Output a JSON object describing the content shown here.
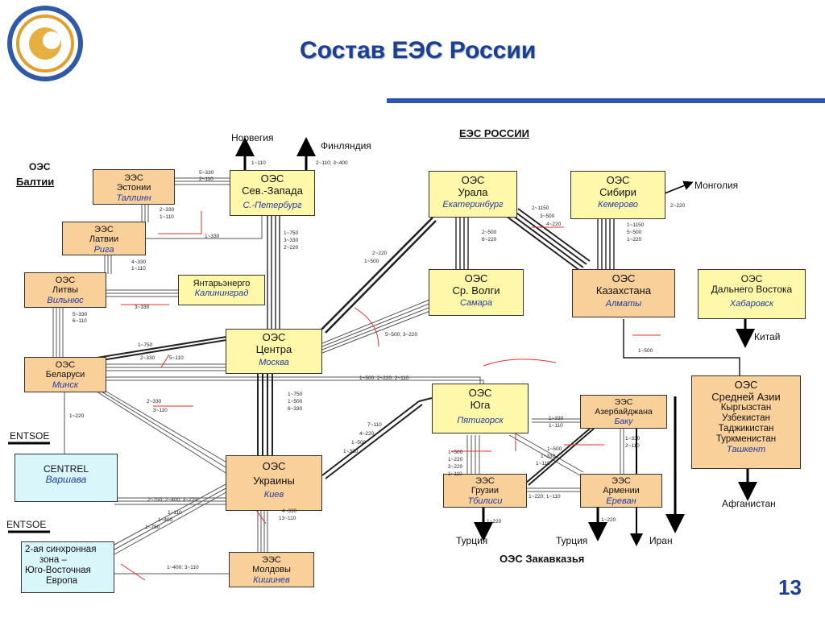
{
  "title": "Состав ЕЭС России",
  "page_number": "13",
  "logo_name": "energy-company-logo",
  "region_labels": {
    "baltic_line1": "ОЭС",
    "baltic_line2": "Балтии",
    "ees_russia": "ЕЭС РОССИИ",
    "transcaucasus": "ОЭС Закавказья"
  },
  "systems": {
    "estonia": {
      "line1": "ЭЭС",
      "line2": "Эстонии",
      "city": "Таллинн"
    },
    "latvia": {
      "line1": "ЭЭС",
      "line2": "Латвии",
      "city": "Рига"
    },
    "lithuania": {
      "line1": "ОЭС",
      "line2": "Литвы",
      "city": "Вильнюс"
    },
    "kaliningrad": {
      "line1": "Янтарьэнерго",
      "city": "Калининград"
    },
    "belarus": {
      "line1": "ОЭС",
      "line2": "Беларуси",
      "city": "Минск"
    },
    "centrel": {
      "line1": "CENTREL",
      "city": "Варшава"
    },
    "second_zone": {
      "line1": "2-ая синхронная",
      "line2": "зона –",
      "line3": "Юго-Восточная",
      "line4": "Европа"
    },
    "northwest": {
      "line1": "ОЭС",
      "line2": "Сев.-Запада",
      "city": "С.-Петербург"
    },
    "center": {
      "line1": "ОЭС",
      "line2": "Центра",
      "city": "Москва"
    },
    "ukraine": {
      "line1": "ОЭС",
      "line2": "Украины",
      "city": "Киев"
    },
    "moldova": {
      "line1": "ЭЭС",
      "line2": "Молдовы",
      "city": "Кишинев"
    },
    "urals": {
      "line1": "ОЭС",
      "line2": "Урала",
      "city": "Екатеринбург"
    },
    "volga": {
      "line1": "ОЭС",
      "line2": "Ср. Волги",
      "city": "Самара"
    },
    "south": {
      "line1": "ОЭС",
      "line2": "Юга",
      "city": "Пятигорск"
    },
    "siberia": {
      "line1": "ОЭС",
      "line2": "Сибири",
      "city": "Кемерово"
    },
    "kazakhstan": {
      "line1": "ОЭС",
      "line2": "Казахстана",
      "city": "Алматы"
    },
    "far_east": {
      "line1": "ОЭС",
      "line2": "Дальнего Востока",
      "city": "Хабаровск"
    },
    "central_asia": {
      "line1": "ОЭС",
      "line2": "Средней Азии",
      "countries": [
        "Кыргызстан",
        "Узбекистан",
        "Таджикистан",
        "Туркменистан"
      ],
      "city": "Ташкент"
    },
    "azerbaijan": {
      "line1": "ЭЭС",
      "line2": "Азербайджана",
      "city": "Баку"
    },
    "georgia": {
      "line1": "ЭЭС",
      "line2": "Грузии",
      "city": "Тбилиси"
    },
    "armenia": {
      "line1": "ЭЭС",
      "line2": "Армении",
      "city": "Ереван"
    }
  },
  "external": {
    "norway": "Норвегия",
    "finland": "Финляндия",
    "mongolia": "Монголия",
    "china": "Китай",
    "afghanistan": "Афганистан",
    "turkey": "Турция",
    "iran": "Иран",
    "entsoe": "ENTSOE"
  },
  "line_labels": {
    "est_nw": [
      "5~330",
      "2~110"
    ],
    "est_lat": [
      "2~330",
      "1~110"
    ],
    "lat_nw": "1~330",
    "lat_lit": [
      "4~330",
      "1~110"
    ],
    "lit_kal": "3~330",
    "lit_bel": [
      "5~330",
      "6~110"
    ],
    "bel_cen_a": "1~750",
    "bel_cen_b": "2~330",
    "bel_cen_c": "5~110",
    "bel_cen2": "1~500; 2~220; 2~110",
    "bel_ukr": [
      "2~330",
      "3~110"
    ],
    "bel_centrel": "1~220",
    "nw_cen": [
      "1~750",
      "3~330",
      "2~220"
    ],
    "nor": "1~110",
    "fin": "2~110; 3~400",
    "cen_ural": [
      "2~220",
      "1~500"
    ],
    "ural_volga": [
      "2~500",
      "6~220"
    ],
    "ural_kaz": [
      "2~1150",
      "3~500",
      "4~220"
    ],
    "sib_kaz": [
      "1~1150",
      "5~500",
      "1~220"
    ],
    "sib_mon": "2~220",
    "volga_cen": "5~500; 3~220",
    "cen_ukr": [
      "1~750",
      "1~500",
      "6~330"
    ],
    "ukr_south": [
      "7~110",
      "4~220",
      "1~500",
      "1~330"
    ],
    "ukr_zone2": [
      "2~750; 2~400; 3~220"
    ],
    "ukr_zone2b": [
      "1~110",
      "1~400",
      "1~750"
    ],
    "ukr_mol": [
      "4~330",
      "13~110"
    ],
    "mol_zone2": "1~400; 3~110",
    "south_az": [
      "1~330",
      "1~110"
    ],
    "south_geo": [
      "1~500",
      "1~220",
      "2~220",
      "1~110"
    ],
    "south_geo2": [
      "1~500",
      "1~330",
      "1~110"
    ],
    "geo_arm": "1~220; 1~110",
    "az_arm": [
      "1~330",
      "2~110"
    ],
    "geo_tur": "1~220",
    "arm_tur": "1~220",
    "kaz_ca": "1~500"
  }
}
